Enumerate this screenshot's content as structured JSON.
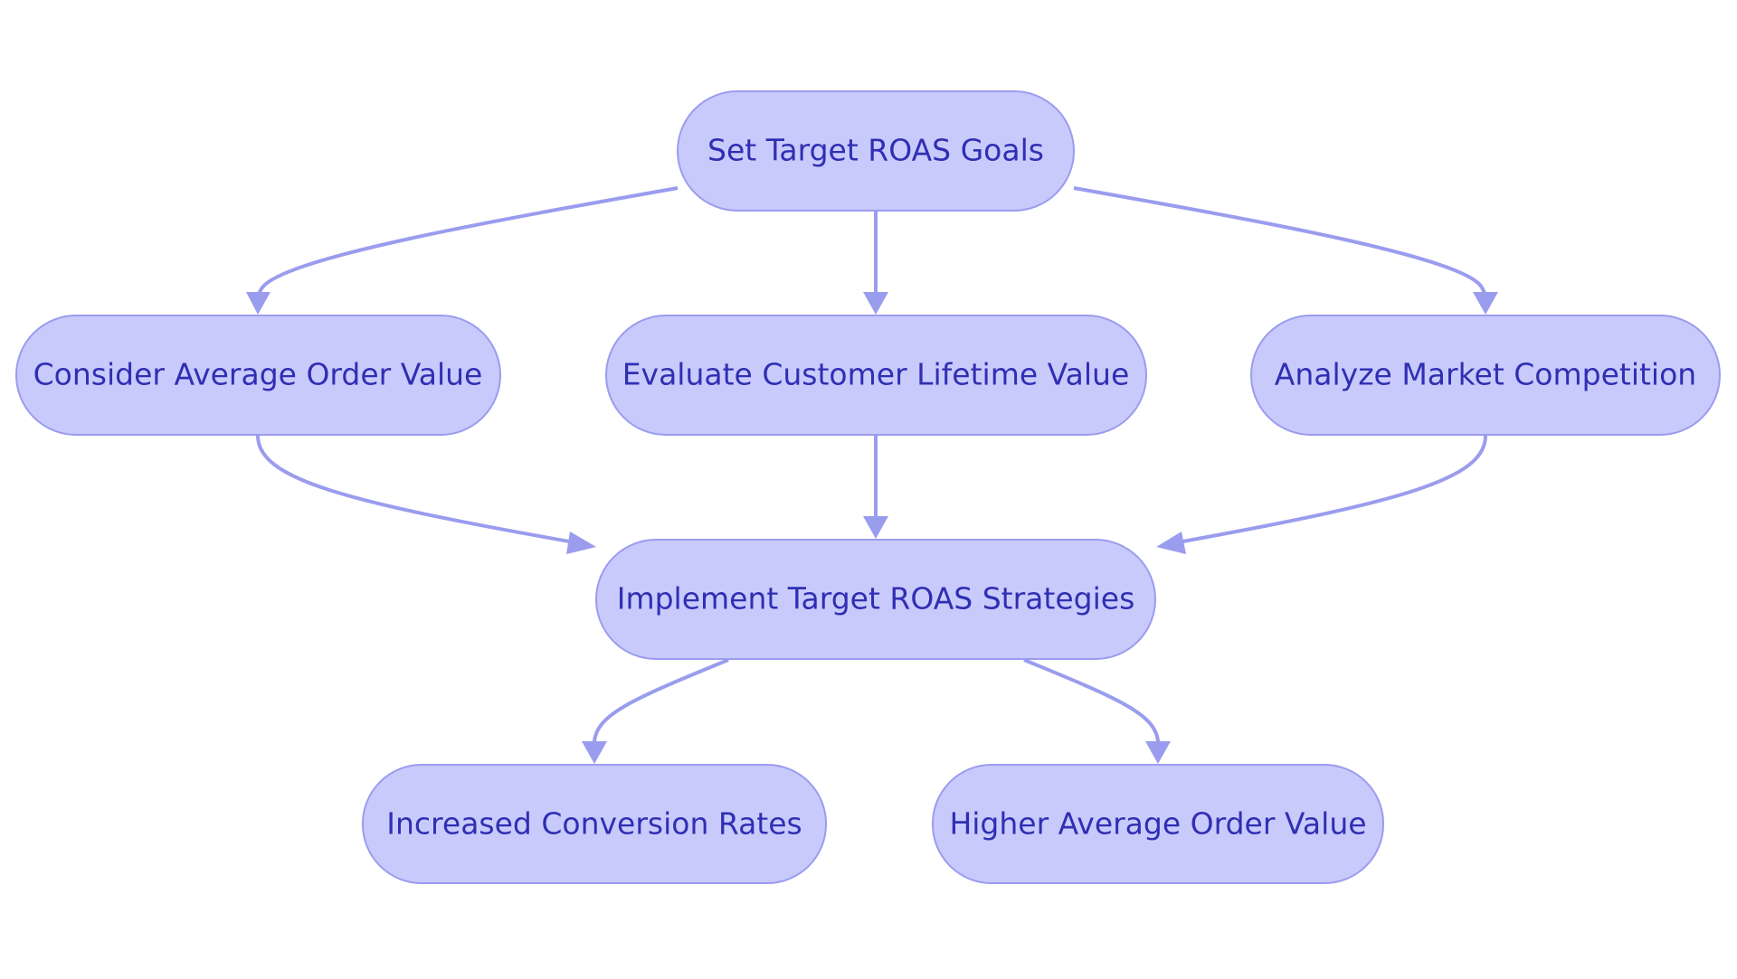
{
  "diagram": {
    "colors": {
      "node_fill": "#c9cafc",
      "node_stroke": "#9a9cee",
      "edge": "#9a9cee",
      "text": "#2f2fb3",
      "background": "#ffffff"
    },
    "nodes": {
      "set_goals": "Set Target ROAS Goals",
      "average_order_value": "Consider Average Order Value",
      "customer_lifetime_value": "Evaluate Customer Lifetime Value",
      "market_competition": "Analyze Market Competition",
      "implement": "Implement Target ROAS Strategies",
      "conversion_rates": "Increased Conversion Rates",
      "higher_aov": "Higher Average Order Value"
    },
    "edges": [
      {
        "from": "set_goals",
        "to": "average_order_value"
      },
      {
        "from": "set_goals",
        "to": "customer_lifetime_value"
      },
      {
        "from": "set_goals",
        "to": "market_competition"
      },
      {
        "from": "average_order_value",
        "to": "implement"
      },
      {
        "from": "customer_lifetime_value",
        "to": "implement"
      },
      {
        "from": "market_competition",
        "to": "implement"
      },
      {
        "from": "implement",
        "to": "conversion_rates"
      },
      {
        "from": "implement",
        "to": "higher_aov"
      }
    ]
  }
}
